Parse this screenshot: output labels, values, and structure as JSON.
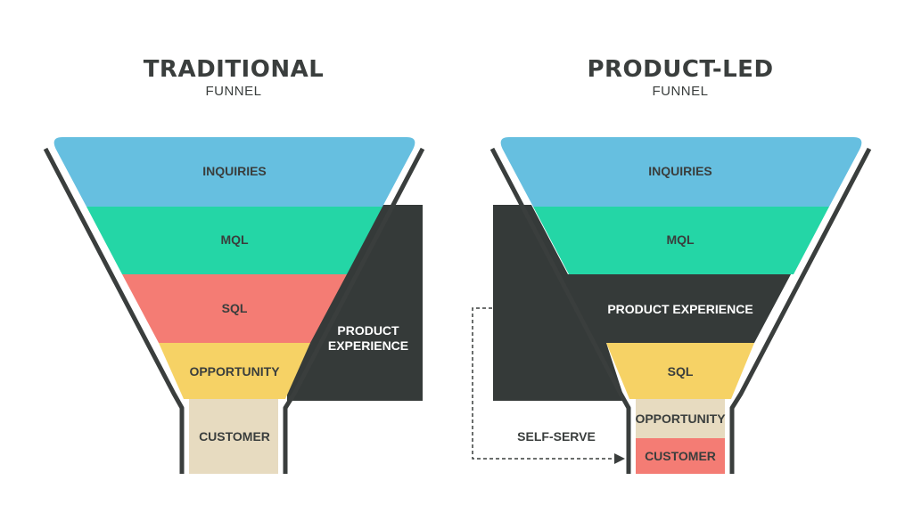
{
  "colors": {
    "inquiries": "#66bfe0",
    "mql": "#24d6a6",
    "sql": "#f47c74",
    "opportunity": "#f6d265",
    "customer_traditional": "#e7dbc0",
    "customer_product": "#f47c74",
    "opportunity_product": "#e7dbc0",
    "product_experience": "#353a39",
    "outline": "#3a3e3d",
    "text_dark": "#3a3e3d",
    "text_light": "#ffffff"
  },
  "traditional": {
    "title": "TRADITIONAL",
    "subtitle": "FUNNEL",
    "stages": {
      "inquiries": "INQUIRIES",
      "mql": "MQL",
      "sql": "SQL",
      "opportunity": "OPPORTUNITY",
      "customer": "CUSTOMER"
    },
    "product_experience": [
      "PRODUCT",
      "EXPERIENCE"
    ]
  },
  "product_led": {
    "title": "PRODUCT-LED",
    "subtitle": "FUNNEL",
    "stages": {
      "inquiries": "INQUIRIES",
      "mql": "MQL",
      "product_experience": "PRODUCT EXPERIENCE",
      "sql": "SQL",
      "opportunity": "OPPORTUNITY",
      "customer": "CUSTOMER"
    },
    "self_serve": "SELF-SERVE"
  }
}
